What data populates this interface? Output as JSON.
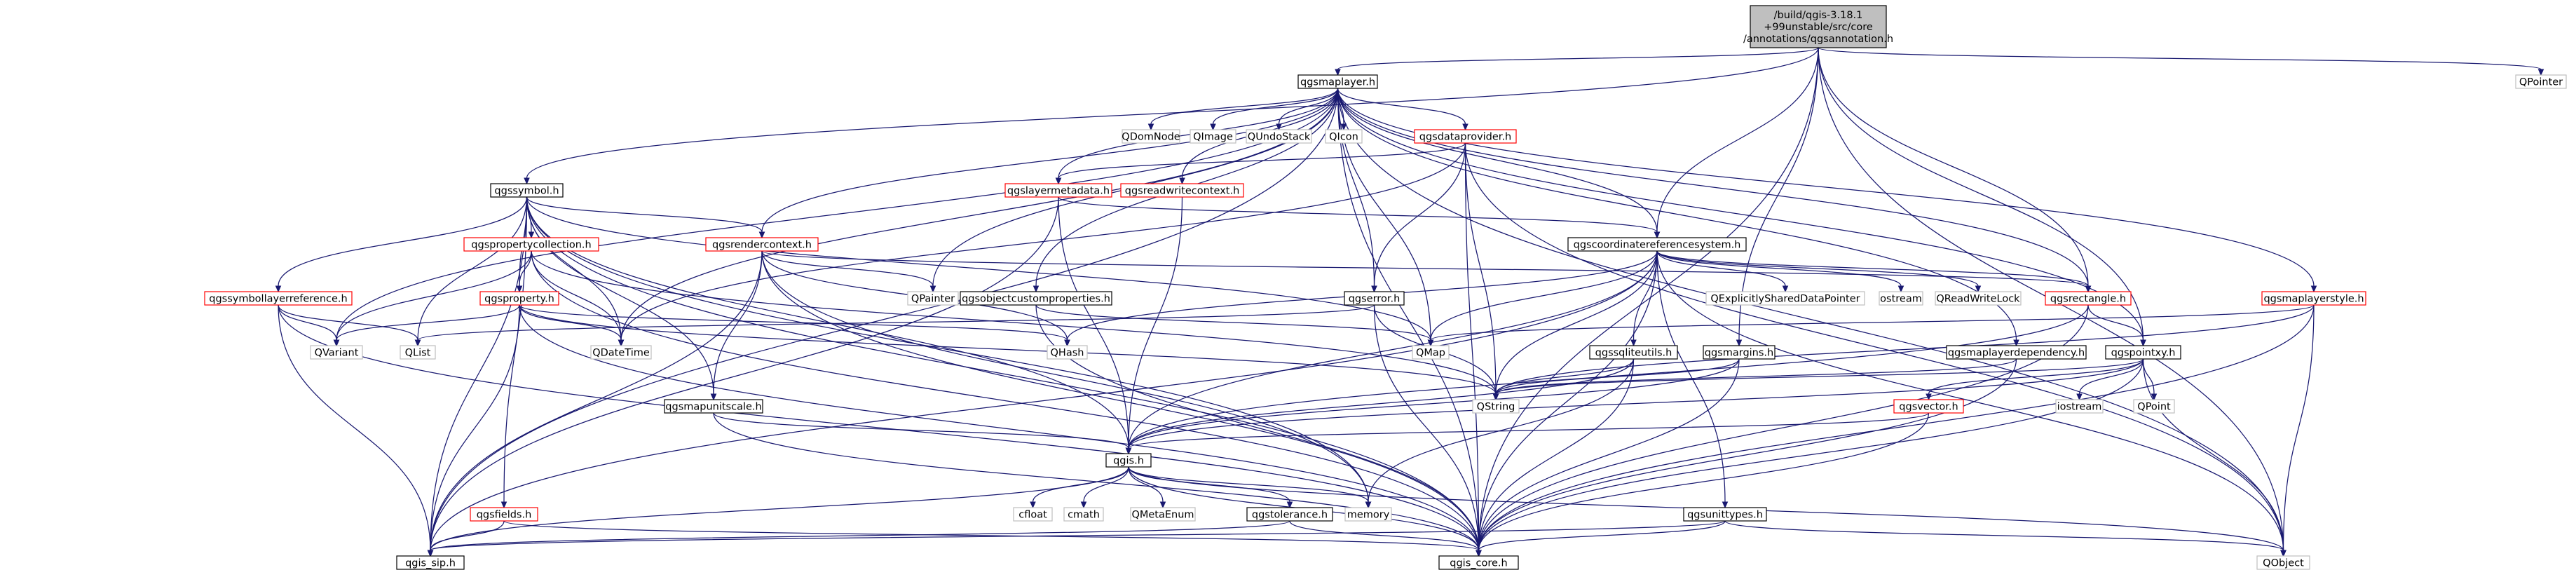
{
  "colors": {
    "edge": "#191970",
    "node_border": "#000000",
    "node_border_partial": "#ff0000",
    "node_border_external": "#bfbfbf",
    "root_fill": "#bfbfbf",
    "background": "#ffffff"
  },
  "nodes": [
    {
      "id": "root",
      "label": "/build/qgis-3.18.1\n+99unstable/src/core\n/annotations/qgsannotation.h",
      "kind": "root"
    },
    {
      "id": "qgsmaplayer",
      "label": "qgsmaplayer.h",
      "kind": "normal"
    },
    {
      "id": "qpointer",
      "label": "QPointer",
      "kind": "ext"
    },
    {
      "id": "qgssymbol",
      "label": "qgssymbol.h",
      "kind": "normal"
    },
    {
      "id": "qgsdataprovider",
      "label": "qgsdataprovider.h",
      "kind": "partial"
    },
    {
      "id": "qgslayermetadata",
      "label": "qgslayermetadata.h",
      "kind": "partial"
    },
    {
      "id": "qgsreadwritecontext",
      "label": "qgsreadwritecontext.h",
      "kind": "partial"
    },
    {
      "id": "qdomnode",
      "label": "QDomNode",
      "kind": "ext"
    },
    {
      "id": "qimage",
      "label": "QImage",
      "kind": "ext"
    },
    {
      "id": "qundostack",
      "label": "QUndoStack",
      "kind": "ext"
    },
    {
      "id": "qicon",
      "label": "QIcon",
      "kind": "ext"
    },
    {
      "id": "qgspropertycollection",
      "label": "qgspropertycollection.h",
      "kind": "partial"
    },
    {
      "id": "qgsrendercontext",
      "label": "qgsrendercontext.h",
      "kind": "partial"
    },
    {
      "id": "qgscoordinatereferencesystem",
      "label": "qgscoordinatereferencesystem.h",
      "kind": "normal"
    },
    {
      "id": "qgssymbollayerreference",
      "label": "qgssymbollayerreference.h",
      "kind": "partial"
    },
    {
      "id": "qgsproperty",
      "label": "qgsproperty.h",
      "kind": "partial"
    },
    {
      "id": "qpainter",
      "label": "QPainter",
      "kind": "ext"
    },
    {
      "id": "qgsobjectcustomproperties",
      "label": "qgsobjectcustomproperties.h",
      "kind": "normal"
    },
    {
      "id": "qgserror",
      "label": "qgserror.h",
      "kind": "normal"
    },
    {
      "id": "qexplicitlyshareddatapointer",
      "label": "QExplicitlySharedDataPointer",
      "kind": "ext"
    },
    {
      "id": "ostream",
      "label": "ostream",
      "kind": "ext"
    },
    {
      "id": "qreadwritelock",
      "label": "QReadWriteLock",
      "kind": "ext"
    },
    {
      "id": "qgsrectangle",
      "label": "qgsrectangle.h",
      "kind": "partial"
    },
    {
      "id": "qgsmaplayerstyle",
      "label": "qgsmaplayerstyle.h",
      "kind": "partial"
    },
    {
      "id": "qvariant",
      "label": "QVariant",
      "kind": "ext"
    },
    {
      "id": "qlist",
      "label": "QList",
      "kind": "ext"
    },
    {
      "id": "qdatetime",
      "label": "QDateTime",
      "kind": "ext"
    },
    {
      "id": "qhash",
      "label": "QHash",
      "kind": "ext"
    },
    {
      "id": "qmap",
      "label": "QMap",
      "kind": "ext"
    },
    {
      "id": "qgssqliteutils",
      "label": "qgssqliteutils.h",
      "kind": "normal"
    },
    {
      "id": "qgsmargins",
      "label": "qgsmargins.h",
      "kind": "normal"
    },
    {
      "id": "qgsmaplayerdependency",
      "label": "qgsmaplayerdependency.h",
      "kind": "normal"
    },
    {
      "id": "qgspointxy",
      "label": "qgspointxy.h",
      "kind": "normal"
    },
    {
      "id": "qstring",
      "label": "QString",
      "kind": "ext"
    },
    {
      "id": "qgsmapunitscale",
      "label": "qgsmapunitscale.h",
      "kind": "normal"
    },
    {
      "id": "qgsvector",
      "label": "qgsvector.h",
      "kind": "partial"
    },
    {
      "id": "iostream",
      "label": "iostream",
      "kind": "ext"
    },
    {
      "id": "qpoint",
      "label": "QPoint",
      "kind": "ext"
    },
    {
      "id": "qgis",
      "label": "qgis.h",
      "kind": "normal"
    },
    {
      "id": "qgsfields",
      "label": "qgsfields.h",
      "kind": "partial"
    },
    {
      "id": "cfloat",
      "label": "cfloat",
      "kind": "ext"
    },
    {
      "id": "cmath",
      "label": "cmath",
      "kind": "ext"
    },
    {
      "id": "qmetaenum",
      "label": "QMetaEnum",
      "kind": "ext"
    },
    {
      "id": "qgstolerance",
      "label": "qgstolerance.h",
      "kind": "normal"
    },
    {
      "id": "memory",
      "label": "memory",
      "kind": "ext"
    },
    {
      "id": "qgsunittypes",
      "label": "qgsunittypes.h",
      "kind": "normal"
    },
    {
      "id": "qgis_sip",
      "label": "qgis_sip.h",
      "kind": "normal"
    },
    {
      "id": "qgis_core",
      "label": "qgis_core.h",
      "kind": "normal"
    },
    {
      "id": "qobject",
      "label": "QObject",
      "kind": "ext"
    }
  ],
  "edges": [
    [
      "root",
      "qgsmaplayer"
    ],
    [
      "root",
      "qpointer"
    ],
    [
      "root",
      "qgssymbol"
    ],
    [
      "root",
      "qgscoordinatereferencesystem"
    ],
    [
      "root",
      "qgsrectangle"
    ],
    [
      "root",
      "qgspointxy"
    ],
    [
      "root",
      "qgis_core"
    ],
    [
      "root",
      "qobject"
    ],
    [
      "root",
      "qgsmargins"
    ],
    [
      "qgsmaplayer",
      "qdomnode"
    ],
    [
      "qgsmaplayer",
      "qimage"
    ],
    [
      "qgsmaplayer",
      "qundostack"
    ],
    [
      "qgsmaplayer",
      "qicon"
    ],
    [
      "qgsmaplayer",
      "qgsdataprovider"
    ],
    [
      "qgsmaplayer",
      "qgslayermetadata"
    ],
    [
      "qgsmaplayer",
      "qgsreadwritecontext"
    ],
    [
      "qgsmaplayer",
      "qgsrendercontext"
    ],
    [
      "qgsmaplayer",
      "qgscoordinatereferencesystem"
    ],
    [
      "qgsmaplayer",
      "qgsobjectcustomproperties"
    ],
    [
      "qgsmaplayer",
      "qgserror"
    ],
    [
      "qgsmaplayer",
      "qgsrectangle"
    ],
    [
      "qgsmaplayer",
      "qgsmaplayerstyle"
    ],
    [
      "qgsmaplayer",
      "qgsmaplayerdependency"
    ],
    [
      "qgsmaplayer",
      "qpainter"
    ],
    [
      "qgsmaplayer",
      "qvariant"
    ],
    [
      "qgsmaplayer",
      "qgis_sip"
    ],
    [
      "qgsmaplayer",
      "qgis_core"
    ],
    [
      "qgsmaplayer",
      "qobject"
    ],
    [
      "qgsmaplayer",
      "qgspointxy"
    ],
    [
      "qgsmaplayer",
      "qdatetime"
    ],
    [
      "qgsmaplayer",
      "qmap"
    ],
    [
      "qgssymbol",
      "qgspropertycollection"
    ],
    [
      "qgssymbol",
      "qgsrendercontext"
    ],
    [
      "qgssymbol",
      "qgssymbollayerreference"
    ],
    [
      "qgssymbol",
      "qgsproperty"
    ],
    [
      "qgssymbol",
      "qgsmapunitscale"
    ],
    [
      "qgssymbol",
      "qlist"
    ],
    [
      "qgssymbol",
      "qmap"
    ],
    [
      "qgssymbol",
      "qgis"
    ],
    [
      "qgssymbol",
      "qgis_sip"
    ],
    [
      "qgssymbol",
      "qgis_core"
    ],
    [
      "qgssymbol",
      "qgsfields"
    ],
    [
      "qgssymbol",
      "qdatetime"
    ],
    [
      "qgssymbol",
      "memory"
    ],
    [
      "qgsdataprovider",
      "qgslayermetadata"
    ],
    [
      "qgsdataprovider",
      "qgserror"
    ],
    [
      "qgsdataprovider",
      "qstring"
    ],
    [
      "qgsdataprovider",
      "qgis_core"
    ],
    [
      "qgsdataprovider",
      "qobject"
    ],
    [
      "qgsdataprovider",
      "qdatetime"
    ],
    [
      "qgslayermetadata",
      "qgscoordinatereferencesystem"
    ],
    [
      "qgslayermetadata",
      "qgis"
    ],
    [
      "qgslayermetadata",
      "qgis_sip"
    ],
    [
      "qgsreadwritecontext",
      "qgis"
    ],
    [
      "qgspropertycollection",
      "qgsproperty"
    ],
    [
      "qgspropertycollection",
      "qvariant"
    ],
    [
      "qgspropertycollection",
      "qdatetime"
    ],
    [
      "qgspropertycollection",
      "qgis_core"
    ],
    [
      "qgspropertycollection",
      "qstring"
    ],
    [
      "qgsrendercontext",
      "qpainter"
    ],
    [
      "qgsrendercontext",
      "qgsmapunitscale"
    ],
    [
      "qgsrendercontext",
      "qgis_core"
    ],
    [
      "qgsrendercontext",
      "qgsrectangle"
    ],
    [
      "qgsrendercontext",
      "qgis_sip"
    ],
    [
      "qgsrendercontext",
      "memory"
    ],
    [
      "qgsrendercontext",
      "qhash"
    ],
    [
      "qgscoordinatereferencesystem",
      "qexplicitlyshareddatapointer"
    ],
    [
      "qgscoordinatereferencesystem",
      "ostream"
    ],
    [
      "qgscoordinatereferencesystem",
      "qreadwritelock"
    ],
    [
      "qgscoordinatereferencesystem",
      "qgsrectangle"
    ],
    [
      "qgscoordinatereferencesystem",
      "qgssqliteutils"
    ],
    [
      "qgscoordinatereferencesystem",
      "qgsunittypes"
    ],
    [
      "qgscoordinatereferencesystem",
      "qmap"
    ],
    [
      "qgscoordinatereferencesystem",
      "qstring"
    ],
    [
      "qgscoordinatereferencesystem",
      "qhash"
    ],
    [
      "qgscoordinatereferencesystem",
      "qgis_core"
    ],
    [
      "qgscoordinatereferencesystem",
      "qobject"
    ],
    [
      "qgscoordinatereferencesystem",
      "qgis"
    ],
    [
      "qgscoordinatereferencesystem",
      "qgis_sip"
    ],
    [
      "qgssymbollayerreference",
      "qvariant"
    ],
    [
      "qgssymbollayerreference",
      "qlist"
    ],
    [
      "qgssymbollayerreference",
      "qgis_core"
    ],
    [
      "qgssymbollayerreference",
      "qgis_sip"
    ],
    [
      "qgsproperty",
      "qvariant"
    ],
    [
      "qgsproperty",
      "qdatetime"
    ],
    [
      "qgsproperty",
      "qhash"
    ],
    [
      "qgsproperty",
      "qgis_core"
    ],
    [
      "qgsproperty",
      "qgis_sip"
    ],
    [
      "qgsproperty",
      "qstring"
    ],
    [
      "qgsobjectcustomproperties",
      "qmap"
    ],
    [
      "qgsobjectcustomproperties",
      "qgis_core"
    ],
    [
      "qgserror",
      "qlist"
    ],
    [
      "qgserror",
      "qstring"
    ],
    [
      "qgserror",
      "qgis_core"
    ],
    [
      "qgsrectangle",
      "qgspointxy"
    ],
    [
      "qgsrectangle",
      "qgis_core"
    ],
    [
      "qgsrectangle",
      "qgis"
    ],
    [
      "qgsmaplayerstyle",
      "qmap"
    ],
    [
      "qgsmaplayerstyle",
      "qstring"
    ],
    [
      "qgsmaplayerstyle",
      "qobject"
    ],
    [
      "qgsmaplayerstyle",
      "qgis_core"
    ],
    [
      "qgssqliteutils",
      "qgis"
    ],
    [
      "qgssqliteutils",
      "qstring"
    ],
    [
      "qgssqliteutils",
      "memory"
    ],
    [
      "qgssqliteutils",
      "qgis_core"
    ],
    [
      "qgsmargins",
      "qgis"
    ],
    [
      "qgsmargins",
      "qstring"
    ],
    [
      "qgsmargins",
      "qgis_core"
    ],
    [
      "qgsmaplayerdependency",
      "qgis_core"
    ],
    [
      "qgsmaplayerdependency",
      "qstring"
    ],
    [
      "qgspointxy",
      "qgsvector"
    ],
    [
      "qgspointxy",
      "iostream"
    ],
    [
      "qgspointxy",
      "qpoint"
    ],
    [
      "qgspointxy",
      "qobject"
    ],
    [
      "qgspointxy",
      "qgis_core"
    ],
    [
      "qgspointxy",
      "qstring"
    ],
    [
      "qgspointxy",
      "qgis"
    ],
    [
      "qgsmapunitscale",
      "qgis"
    ],
    [
      "qgsmapunitscale",
      "qgis_core"
    ],
    [
      "qgsvector",
      "qgis_core"
    ],
    [
      "qgsvector",
      "qgis"
    ],
    [
      "qgis",
      "cfloat"
    ],
    [
      "qgis",
      "cmath"
    ],
    [
      "qgis",
      "qmetaenum"
    ],
    [
      "qgis",
      "qgstolerance"
    ],
    [
      "qgis",
      "memory"
    ],
    [
      "qgis",
      "qgis_sip"
    ],
    [
      "qgis",
      "qgis_core"
    ],
    [
      "qgis",
      "qobject"
    ],
    [
      "qgsfields",
      "qgis_sip"
    ],
    [
      "qgsfields",
      "qgis_core"
    ],
    [
      "qgstolerance",
      "qgis_sip"
    ],
    [
      "qgstolerance",
      "qgis_core"
    ],
    [
      "qgsunittypes",
      "qgis_core"
    ],
    [
      "qgsunittypes",
      "qgis_sip"
    ],
    [
      "qgsunittypes",
      "qobject"
    ]
  ]
}
